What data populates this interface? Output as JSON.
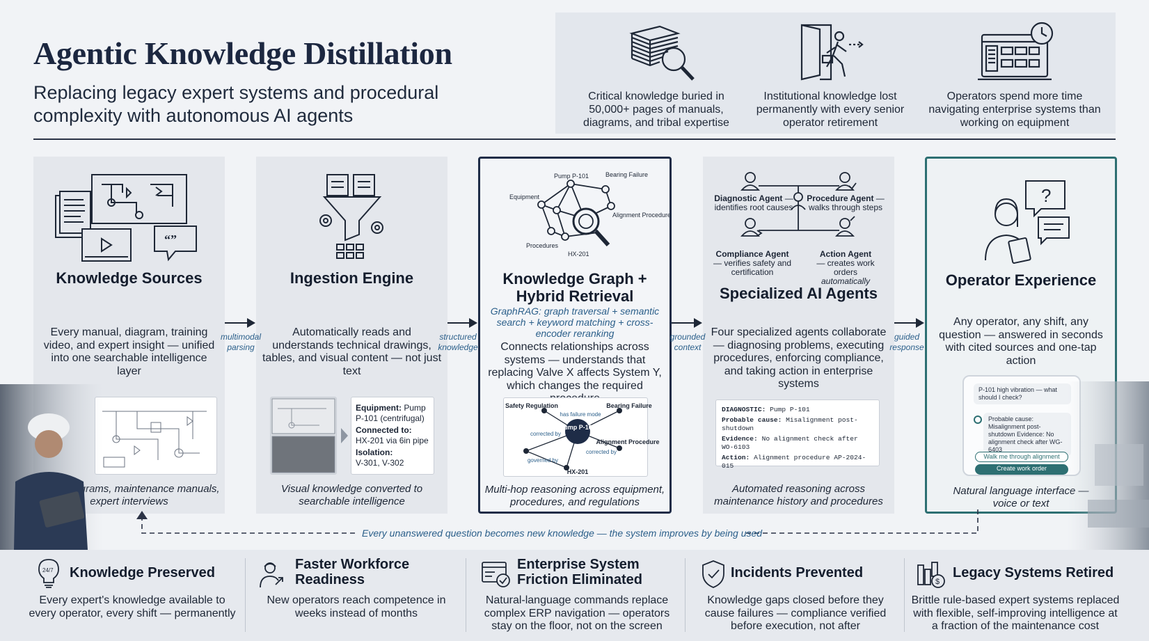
{
  "header": {
    "title": "Agentic Knowledge Distillation",
    "subtitle": "Replacing legacy expert systems and procedural complexity with autonomous AI agents"
  },
  "problems": [
    {
      "icon": "document-stack-search-icon",
      "text": "Critical knowledge buried in 50,000+ pages of manuals, diagrams, and tribal expertise"
    },
    {
      "icon": "person-leaving-door-icon",
      "text": "Institutional knowledge lost permanently with every senior operator retirement"
    },
    {
      "icon": "enterprise-screen-clock-icon",
      "text": "Operators spend more time navigating enterprise systems than working on equipment"
    }
  ],
  "columns": {
    "sources": {
      "title": "Knowledge Sources",
      "description": "Every manual, diagram, training video, and expert insight — unified into one searchable intelligence layer",
      "caption": "P&ID diagrams, maintenance manuals, expert interviews"
    },
    "ingestion": {
      "title": "Ingestion Engine",
      "description": "Automatically reads and understands technical drawings, tables, and visual content — not just text",
      "caption": "Visual knowledge converted to searchable intelligence",
      "extract": {
        "equipment_label": "Equipment:",
        "equipment_value": "Pump P-101 (centrifugal)",
        "connected_label": "Connected to:",
        "connected_value": "HX-201 via 6in pipe",
        "isolation_label": "Isolation:",
        "isolation_value": "V-301, V-302"
      }
    },
    "graph": {
      "title": "Knowledge Graph + Hybrid Retrieval",
      "subtitle": "GraphRAG: graph traversal + semantic search + keyword matching + cross-encoder reranking",
      "description": "Connects relationships across systems — understands that replacing Valve X affects System Y, which changes the required procedure",
      "caption": "Multi-hop reasoning across equipment, procedures, and regulations",
      "icon_nodes": [
        "Pump P-101",
        "Bearing Failure",
        "Equipment",
        "Alignment Procedure",
        "Procedures",
        "HX-201"
      ],
      "mini_graph": {
        "center": "Pump P-101",
        "nodes": [
          "Safety Regulation",
          "Bearing Failure",
          "Alignment Procedure",
          "HX-201"
        ],
        "edges": [
          "has failure mode",
          "corrected by",
          "governed by",
          "corrected by"
        ]
      }
    },
    "agents": {
      "title": "Specialized AI Agents",
      "description": "Four specialized agents collaborate — diagnosing problems, executing procedures, enforcing compliance, and taking action in enterprise systems",
      "caption": "Automated reasoning across maintenance history and procedures",
      "list": [
        {
          "name": "Diagnostic Agent",
          "role": "identifies root causes"
        },
        {
          "name": "Procedure Agent",
          "role": "walks through steps"
        },
        {
          "name": "Compliance Agent",
          "role": "verifies safety and certification"
        },
        {
          "name": "Action Agent",
          "role": "creates work orders",
          "role_em": "automatically"
        }
      ],
      "diagnostic": {
        "l1_label": "DIAGNOSTIC:",
        "l1_value": "Pump P-101",
        "l2_label": "Probable cause:",
        "l2_value": "Misalignment post-shutdown",
        "l3_label": "Evidence:",
        "l3_value": "No alignment check after WO-6103",
        "l4_label": "Action:",
        "l4_value": "Alignment procedure AP-2024-015"
      }
    },
    "operator": {
      "title": "Operator Experience",
      "description": "Any operator, any shift, any question — answered in seconds with cited sources and one-tap action",
      "caption": "Natural language interface — voice or text",
      "chat": {
        "question": "P-101 high vibration — what should I check?",
        "answer": "Probable cause: Misalignment post-shutdown Evidence: No alignment check after WG-6403",
        "button_1": "Walk me through alignment",
        "button_2": "Create work order"
      }
    }
  },
  "flow_labels": [
    "multimodal parsing",
    "structured knowledge",
    "grounded context",
    "guided response"
  ],
  "feedback": "Every unanswered question becomes new knowledge — the system improves by being used",
  "outcomes": [
    {
      "icon": "lightbulb-24-7-icon",
      "title": "Knowledge Preserved",
      "text": "Every expert's knowledge available to every operator, every shift — permanently"
    },
    {
      "icon": "worker-growth-icon",
      "title": "Faster Workforce Readiness",
      "text": "New operators reach competence in weeks instead of months"
    },
    {
      "icon": "browser-check-icon",
      "title": "Enterprise System Friction Eliminated",
      "text": "Natural-language commands replace complex ERP navigation — operators stay on the floor, not on the screen"
    },
    {
      "icon": "shield-check-icon",
      "title": "Incidents Prevented",
      "text": "Knowledge gaps closed before they cause failures — compliance verified before execution, not after"
    },
    {
      "icon": "server-cost-icon",
      "title": "Legacy Systems Retired",
      "text": "Brittle rule-based expert systems replaced with flexible, self-improving intelligence at a fraction of the maintenance cost"
    }
  ],
  "colors": {
    "navy": "#1e2c47",
    "teal": "#2d6f72",
    "accent_blue": "#2b5f8a",
    "panel": "#e4e7ec"
  }
}
